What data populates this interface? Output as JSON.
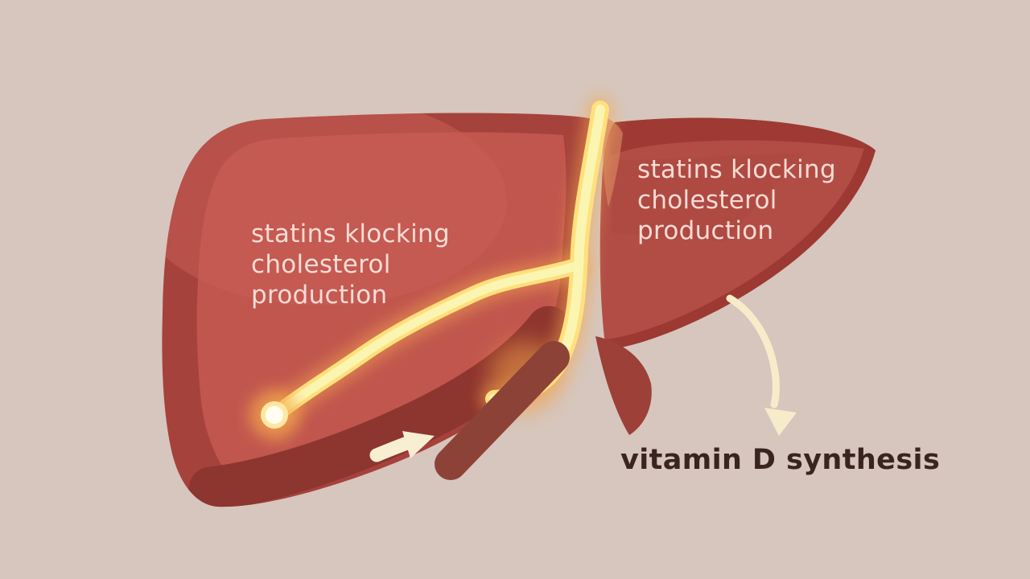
{
  "illustration": {
    "caption": "vitamin D synthesis",
    "left_lobe_label": {
      "lines": [
        "statins klocking",
        "cholesterol",
        "production"
      ]
    },
    "right_lobe_label": {
      "lines": [
        "statins klocking",
        "cholesterol",
        "production"
      ]
    },
    "colors": {
      "background": "#d6c6bd",
      "liver_outline": "#a5423b",
      "liver_main": "#c1564e",
      "liver_bottom_shadow": "#8d352f",
      "right_lobe_main": "#b24d46",
      "right_lobe_dark_band": "#9e3a33",
      "right_lobe_tip": "#9c4038",
      "duct_bar": "#8d4238",
      "glow_outer": "#f5a94d",
      "glow_mid": "#ffe07d",
      "glow_core": "#fbf5b2",
      "arrow_cream": "#f6ecca",
      "label_text": "#f7dcd4",
      "caption_text": "#3a241f"
    }
  }
}
